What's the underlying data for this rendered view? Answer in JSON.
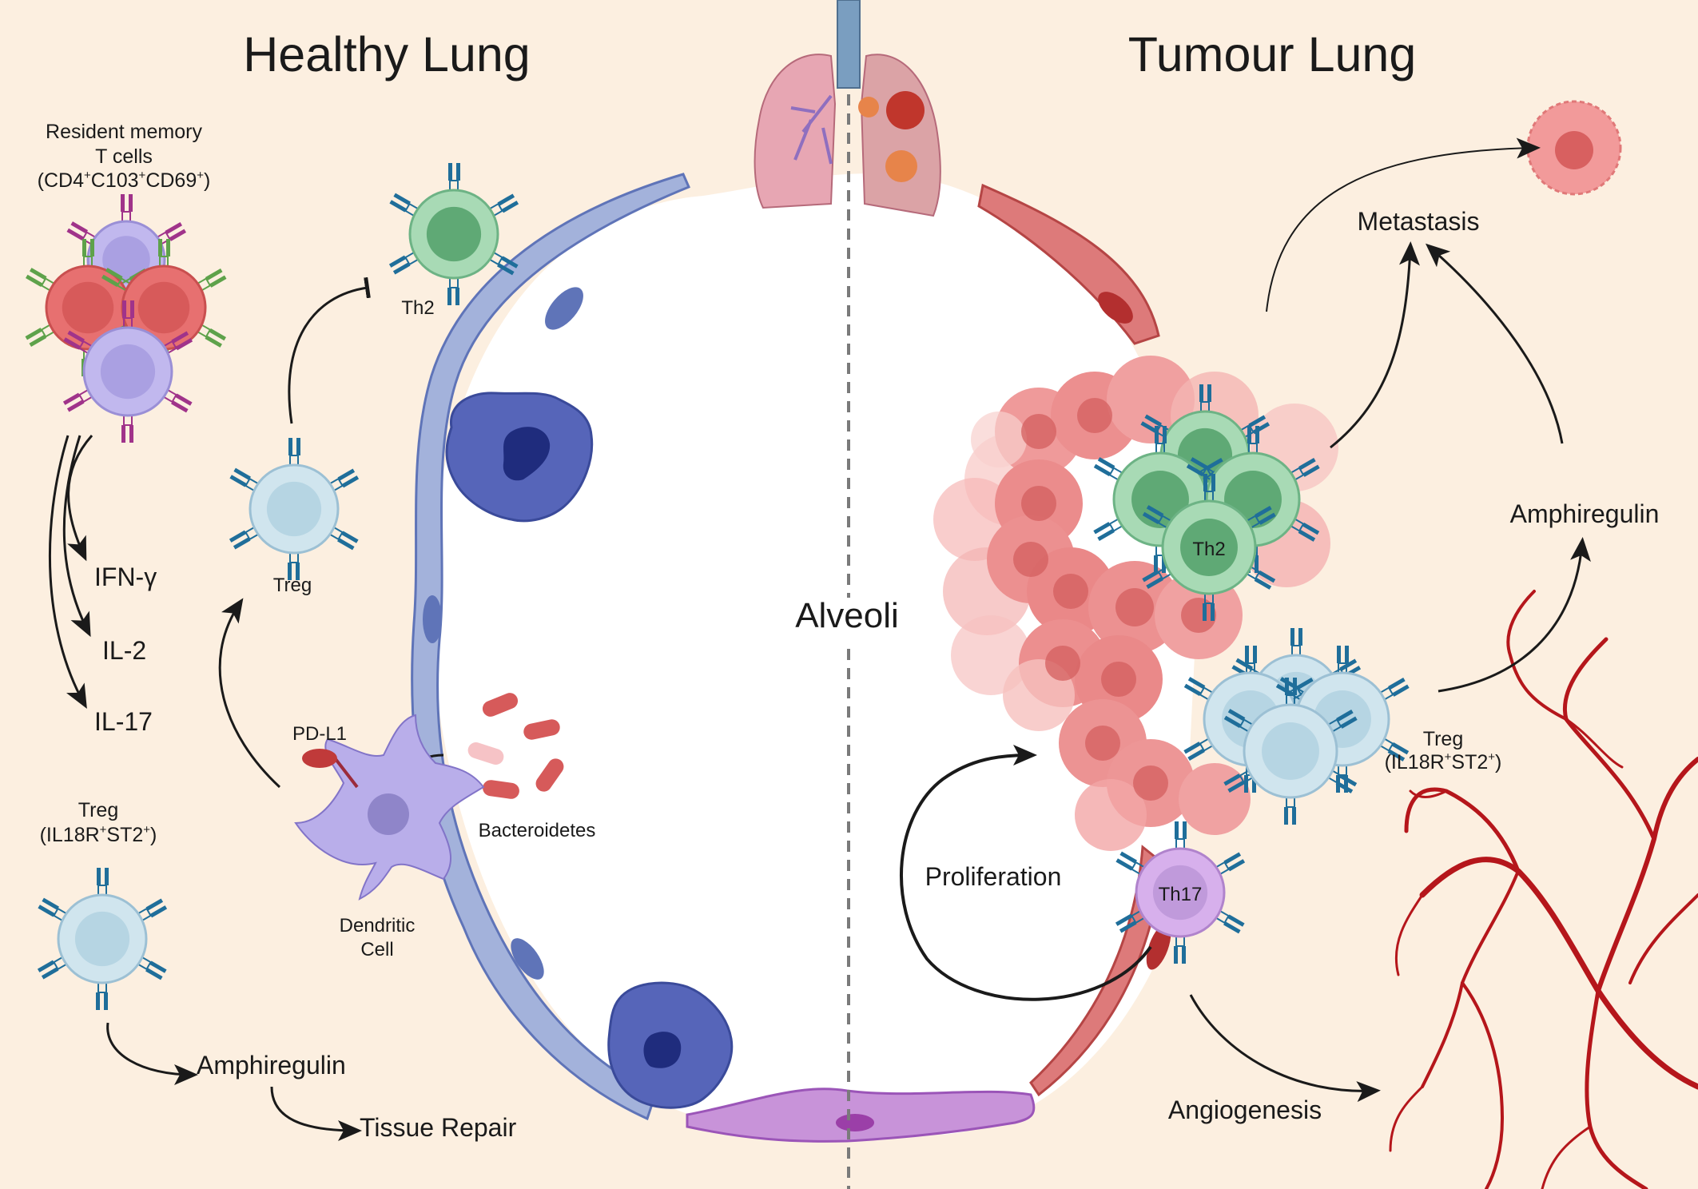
{
  "titles": {
    "healthy": "Healthy Lung",
    "tumour": "Tumour Lung",
    "center": "Alveoli"
  },
  "healthy": {
    "trm": {
      "line1": "Resident memory",
      "line2": "T cells",
      "line3_parts": [
        "(CD4",
        "+",
        "C103",
        "+",
        "CD69",
        "+",
        ")"
      ]
    },
    "cytokines": [
      "IFN-γ",
      "IL-2",
      "IL-17"
    ],
    "treg_left": {
      "name": "Treg",
      "marker_parts": [
        "(IL18R",
        "+",
        "ST2",
        "+",
        ")"
      ]
    },
    "amphiregulin": "Amphiregulin",
    "tissue_repair": "Tissue Repair",
    "th2": "Th2",
    "treg_mid": "Treg",
    "pdl1": "PD-L1",
    "dendritic_line1": "Dendritic",
    "dendritic_line2": "Cell",
    "bacteroidetes": "Bacteroidetes"
  },
  "tumour": {
    "metastasis": "Metastasis",
    "amphiregulin": "Amphiregulin",
    "th2": "Th2",
    "treg_name": "Treg",
    "treg_marker_parts": [
      "(IL18R",
      "+",
      "ST2",
      "+",
      ")"
    ],
    "proliferation": "Proliferation",
    "th17": "Th17",
    "angiogenesis": "Angiogenesis"
  },
  "colors": {
    "background": "#fcefe0",
    "epithelium_blue": "#9fb0d8",
    "epithelium_red": "#d46a6a",
    "macrophage": "#4d5fb5",
    "tumour_cell": "#ee8c8c",
    "th2_green": "#5daa76",
    "treg_blue": "#c7dfea",
    "trm_purple": "#b6aee6",
    "trm_red": "#e06a6a",
    "th17_purple": "#c79be0",
    "vessel_red": "#b5161b",
    "receptor_blue": "#1f6e9a"
  }
}
